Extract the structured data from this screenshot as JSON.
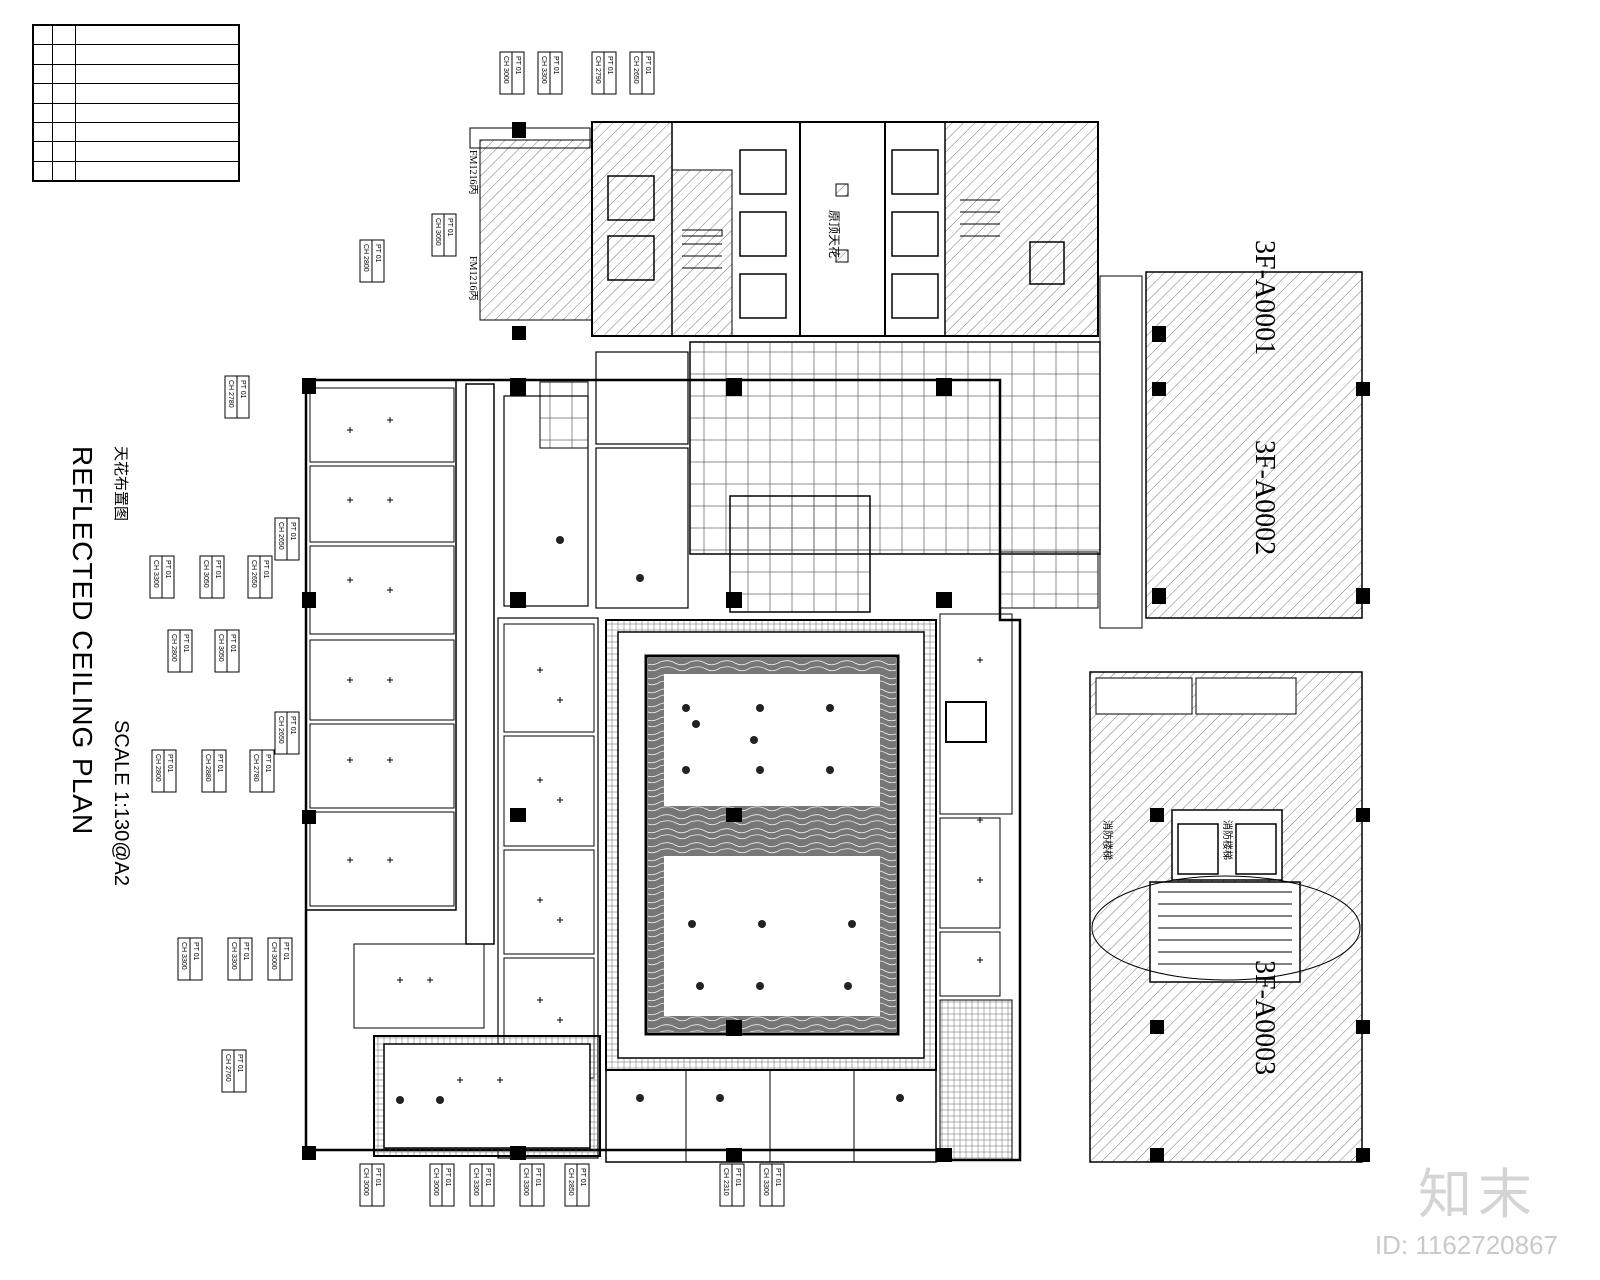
{
  "drawing": {
    "title": "REFLECTED CEILING PLAN",
    "subtitle": "天花布置图",
    "scale": "SCALE 1:130@A2"
  },
  "legend": {
    "rows": [
      {
        "no": "",
        "name": "",
        "sym": ""
      },
      {
        "no": "",
        "name": "",
        "sym": ""
      },
      {
        "no": "",
        "name": "",
        "sym": ""
      },
      {
        "no": "",
        "name": "",
        "sym": ""
      },
      {
        "no": "",
        "name": "",
        "sym": ""
      },
      {
        "no": "",
        "name": "",
        "sym": ""
      },
      {
        "no": "",
        "name": "",
        "sym": ""
      },
      {
        "no": "",
        "name": "",
        "sym": ""
      }
    ]
  },
  "zones": {
    "zone_1": "3F-A0001",
    "zone_2": "3F-A0002",
    "zone_3": "3F-A0003"
  },
  "room_labels": {
    "core": "原顶天花",
    "stair_1": "消防楼梯",
    "stair_2": "消防楼梯",
    "fm1": "FM1216丙",
    "fm2": "FM1216丙"
  },
  "ceiling_tags": [
    {
      "ch": "3000",
      "pt": "01"
    },
    {
      "ch": "3300",
      "pt": "01"
    },
    {
      "ch": "2790",
      "pt": "01"
    },
    {
      "ch": "2650",
      "pt": "01"
    },
    {
      "ch": "3050",
      "pt": "01"
    },
    {
      "ch": "2800",
      "pt": "01"
    },
    {
      "ch": "2780",
      "pt": "01"
    },
    {
      "ch": "2650",
      "pt": "01"
    },
    {
      "ch": "3300",
      "pt": "01"
    },
    {
      "ch": "3050",
      "pt": "01"
    },
    {
      "ch": "2650",
      "pt": "01"
    },
    {
      "ch": "2800",
      "pt": "01"
    },
    {
      "ch": "3050",
      "pt": "01"
    },
    {
      "ch": "2650",
      "pt": "01"
    },
    {
      "ch": "2800",
      "pt": "01"
    },
    {
      "ch": "2880",
      "pt": "01"
    },
    {
      "ch": "2780",
      "pt": "01"
    },
    {
      "ch": "3300",
      "pt": "01"
    },
    {
      "ch": "3300",
      "pt": "01"
    },
    {
      "ch": "3000",
      "pt": "01"
    },
    {
      "ch": "2760",
      "pt": "01"
    },
    {
      "ch": "3000",
      "pt": "01"
    },
    {
      "ch": "3000",
      "pt": "01"
    },
    {
      "ch": "3300",
      "pt": "01"
    },
    {
      "ch": "3300",
      "pt": "01"
    },
    {
      "ch": "2850",
      "pt": "01"
    },
    {
      "ch": "2310",
      "pt": "01"
    },
    {
      "ch": "3300",
      "pt": "01"
    }
  ],
  "watermark": {
    "logo": "知末",
    "id": "ID: 1162720867"
  },
  "colors": {
    "line": "#000000",
    "hatch": "#555555",
    "background": "#ffffff",
    "watermark": "#cccccc"
  }
}
